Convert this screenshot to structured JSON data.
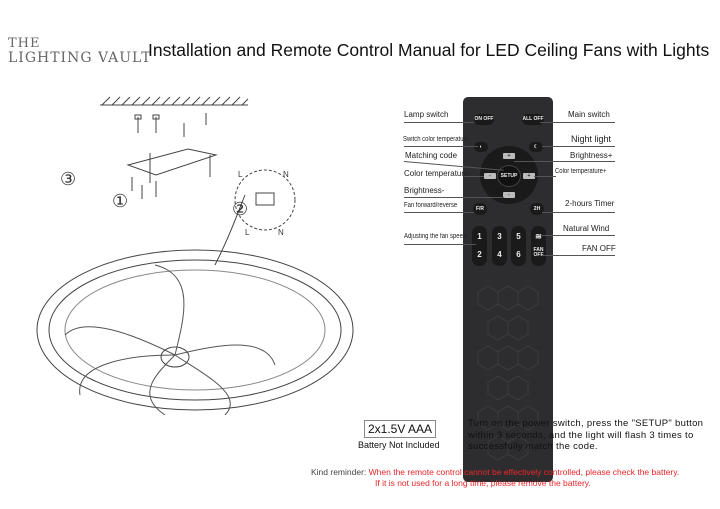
{
  "logo": {
    "line1": "THE",
    "line2": "LIGHTING VAULT"
  },
  "title": "Installation and Remote Control Manual for LED Ceiling Fans with Lights",
  "diagram": {
    "step1": "①",
    "step2": "②",
    "step3": "③",
    "wire_l": "L",
    "wire_n": "N"
  },
  "remote": {
    "buttons": {
      "on_off": "ON OFF",
      "all_off": "ALL OFF",
      "setup": "SETUP",
      "fr": "F/R",
      "timer": "2H",
      "fan_off": "FAN OFF",
      "speeds": [
        "1",
        "2",
        "3",
        "4",
        "5",
        "6"
      ]
    },
    "labels_left": [
      "Lamp switch",
      "Switch color temperature",
      "Matching code",
      "Color temperature-",
      "Brightness-",
      "Fan forward/reverse",
      "Adjusting the fan speed"
    ],
    "labels_right": [
      "Main switch",
      "Night light",
      "Brightness+",
      "Color temperature+",
      "2-hours Timer",
      "Natural Wind",
      "FAN OFF"
    ]
  },
  "battery": {
    "spec": "2x1.5V AAA",
    "note": "Battery Not Included"
  },
  "instructions": "Turn on the power switch, press the \"SETUP\" button within 3 seconds, and the light will flash 3 times to successfully match the code.",
  "reminder": {
    "prefix": "Kind reminder:",
    "line1": "When the remote control cannot be effectively controlled, please check the battery.",
    "line2": "If it is not used for a long time, please remove the battery."
  }
}
